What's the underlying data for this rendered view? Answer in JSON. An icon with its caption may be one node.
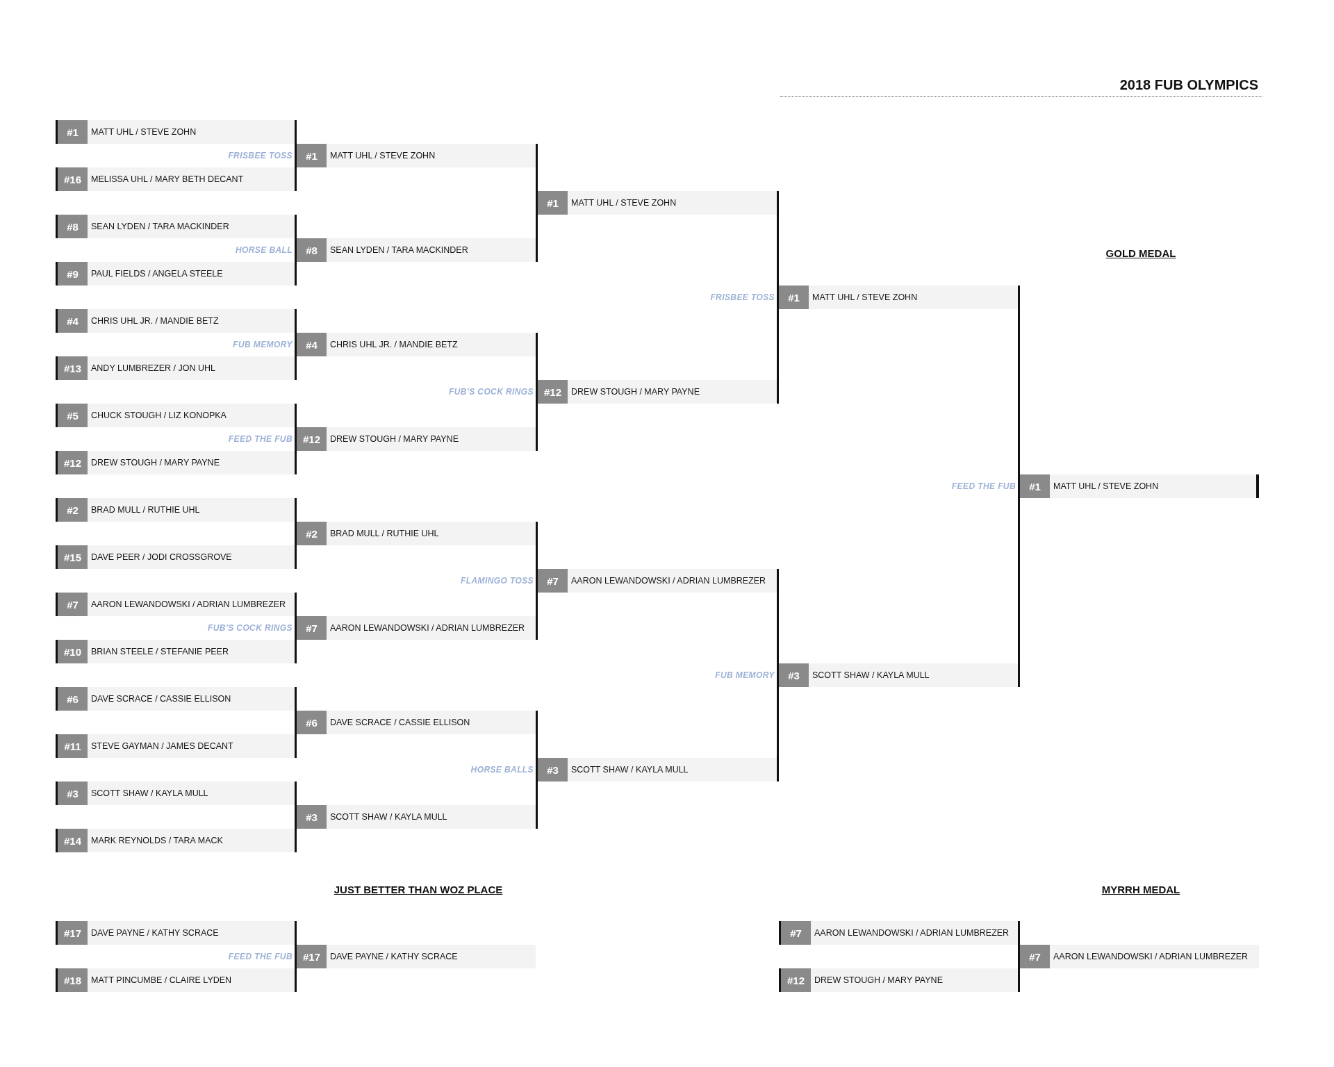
{
  "diagram": {
    "title": "2018 FUB OLYMPICS",
    "nodes": [
      {
        "text": [
          "#1",
          "MATT UHL / STEVE ZOHN"
        ]
      },
      {
        "text": [
          "#16",
          "MELISSA UHL / MARY BETH DECANT"
        ]
      },
      {
        "text": [
          "#8",
          "SEAN LYDEN / TARA MACKINDER"
        ]
      },
      {
        "text": [
          "#9",
          "PAUL FIELDS / ANGELA STEELE"
        ]
      },
      {
        "text": [
          "#4",
          "CHRIS UHL JR. / MANDIE BETZ"
        ]
      },
      {
        "text": [
          "#13",
          "ANDY LUMBREZER / JON UHL"
        ]
      },
      {
        "text": [
          "#5",
          "CHUCK STOUGH / LIZ KONOPKA"
        ]
      },
      {
        "text": [
          "#12",
          "DREW STOUGH / MARY PAYNE"
        ]
      },
      {
        "text": [
          "#2",
          "BRAD MULL / RUTHIE UHL"
        ]
      },
      {
        "text": [
          "#15",
          "DAVE PEER / JODI CROSSGROVE"
        ]
      },
      {
        "text": [
          "#7",
          "AARON LEWANDOWSKI / ADRIAN LUMBREZER"
        ]
      },
      {
        "text": [
          "#10",
          "BRIAN STEELE / STEFANIE PEER"
        ]
      },
      {
        "text": [
          "#6",
          "DAVE SCRACE / CASSIE ELLISON"
        ]
      },
      {
        "text": [
          "#11",
          "STEVE GAYMAN / JAMES DECANT"
        ]
      },
      {
        "text": [
          "#3",
          "SCOTT SHAW / KAYLA MULL"
        ]
      },
      {
        "text": [
          "#14",
          "MARK REYNOLDS / TARA MACK"
        ]
      },
      {
        "text": [
          "#1",
          "MATT UHL / STEVE ZOHN"
        ],
        "beside": [
          "FRISBEE TOSS"
        ]
      },
      {
        "text": [
          "#8",
          "SEAN LYDEN / TARA MACKINDER"
        ],
        "beside": [
          "HORSE BALL"
        ]
      },
      {
        "text": [
          "#4",
          "CHRIS UHL JR. / MANDIE BETZ"
        ],
        "beside": [
          "FUB MEMORY"
        ]
      },
      {
        "text": [
          "#12",
          "DREW STOUGH / MARY PAYNE"
        ],
        "beside": [
          "FEED THE FUB"
        ]
      },
      {
        "text": [
          "#2",
          "BRAD MULL / RUTHIE UHL"
        ]
      },
      {
        "text": [
          "#7",
          "AARON LEWANDOWSKI / ADRIAN LUMBREZER"
        ],
        "beside": [
          "FUB'S COCK RINGS"
        ]
      },
      {
        "text": [
          "#6",
          "DAVE SCRACE / CASSIE ELLISON"
        ]
      },
      {
        "text": [
          "#3",
          "SCOTT SHAW / KAYLA MULL"
        ]
      },
      {
        "text": [
          "#1",
          "MATT UHL / STEVE ZOHN"
        ]
      },
      {
        "text": [
          "#12",
          "DREW STOUGH / MARY PAYNE"
        ],
        "beside": [
          "FUB'S COCK RINGS"
        ]
      },
      {
        "text": [
          "#7",
          "AARON LEWANDOWSKI / ADRIAN LUMBREZER"
        ],
        "beside": [
          "FLAMINGO TOSS"
        ]
      },
      {
        "text": [
          "#3",
          "SCOTT SHAW / KAYLA MULL"
        ],
        "beside": [
          "HORSE BALLS"
        ]
      },
      {
        "text": [
          "#1",
          "MATT UHL / STEVE ZOHN"
        ],
        "beside": [
          "FRISBEE TOSS"
        ]
      },
      {
        "text": [
          "#3",
          "SCOTT SHAW / KAYLA MULL"
        ],
        "beside": [
          "FUB MEMORY"
        ]
      },
      {
        "text": [
          "#1",
          "MATT UHL / STEVE ZOHN"
        ],
        "beside": [
          "FEED THE FUB"
        ]
      },
      {
        "text": [
          "#17",
          "DAVE PAYNE / KATHY SCRACE"
        ]
      },
      {
        "text": [
          "#18",
          "MATT PINCUMBE / CLAIRE LYDEN"
        ]
      },
      {
        "text": [
          "#17",
          "DAVE PAYNE / KATHY SCRACE"
        ],
        "beside": [
          "FEED THE FUB"
        ]
      },
      {
        "text": [
          "#7",
          "AARON LEWANDOWSKI / ADRIAN LUMBREZER"
        ]
      },
      {
        "text": [
          "#12",
          "DREW STOUGH / MARY PAYNE"
        ]
      },
      {
        "text": [
          "#7",
          "AARON LEWANDOWSKI / ADRIAN LUMBREZER"
        ]
      }
    ],
    "edges": [
      {
        "from": 0,
        "to": 16,
        "arrow": "none"
      },
      {
        "from": 1,
        "to": 16,
        "arrow": "none"
      },
      {
        "from": 2,
        "to": 17,
        "arrow": "none"
      },
      {
        "from": 3,
        "to": 17,
        "arrow": "none"
      },
      {
        "from": 4,
        "to": 18,
        "arrow": "none"
      },
      {
        "from": 5,
        "to": 18,
        "arrow": "none"
      },
      {
        "from": 6,
        "to": 19,
        "arrow": "none"
      },
      {
        "from": 7,
        "to": 19,
        "arrow": "none"
      },
      {
        "from": 8,
        "to": 20,
        "arrow": "none"
      },
      {
        "from": 9,
        "to": 20,
        "arrow": "none"
      },
      {
        "from": 10,
        "to": 21,
        "arrow": "none"
      },
      {
        "from": 11,
        "to": 21,
        "arrow": "none"
      },
      {
        "from": 12,
        "to": 22,
        "arrow": "none"
      },
      {
        "from": 13,
        "to": 22,
        "arrow": "none"
      },
      {
        "from": 14,
        "to": 23,
        "arrow": "none"
      },
      {
        "from": 15,
        "to": 23,
        "arrow": "none"
      },
      {
        "from": 16,
        "to": 24,
        "arrow": "none"
      },
      {
        "from": 17,
        "to": 24,
        "arrow": "none"
      },
      {
        "from": 18,
        "to": 25,
        "arrow": "none"
      },
      {
        "from": 19,
        "to": 25,
        "arrow": "none"
      },
      {
        "from": 20,
        "to": 26,
        "arrow": "none"
      },
      {
        "from": 21,
        "to": 26,
        "arrow": "none"
      },
      {
        "from": 22,
        "to": 27,
        "arrow": "none"
      },
      {
        "from": 23,
        "to": 27,
        "arrow": "none"
      },
      {
        "from": 24,
        "to": 28,
        "arrow": "none"
      },
      {
        "from": 25,
        "to": 28,
        "arrow": "none"
      },
      {
        "from": 26,
        "to": 29,
        "arrow": "none"
      },
      {
        "from": 27,
        "to": 29,
        "arrow": "none"
      },
      {
        "from": 28,
        "to": 30,
        "arrow": "none"
      },
      {
        "from": 29,
        "to": 30,
        "arrow": "none"
      },
      {
        "from": 31,
        "to": 33,
        "arrow": "none"
      },
      {
        "from": 32,
        "to": 33,
        "arrow": "none"
      },
      {
        "from": 34,
        "to": 36,
        "arrow": "none"
      },
      {
        "from": 35,
        "to": 36,
        "arrow": "none"
      }
    ],
    "labels": [
      "GOLD MEDAL",
      "JUST BETTER THAN WOZ PLACE",
      "MYRRH MEDAL"
    ]
  }
}
